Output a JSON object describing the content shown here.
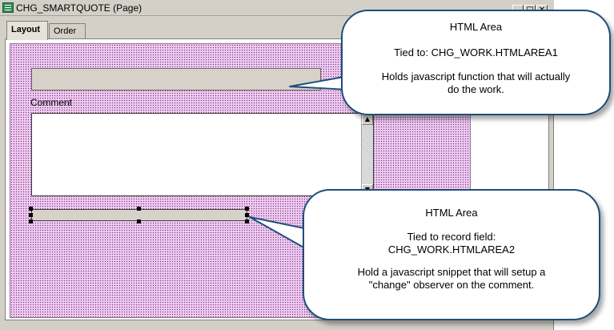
{
  "window": {
    "title": "CHG_SMARTQUOTE (Page)",
    "controls": {
      "minimize": "_",
      "maximize": "□",
      "close": "✕"
    }
  },
  "tabs": [
    {
      "label": "Layout",
      "active": true
    },
    {
      "label": "Order",
      "active": false
    }
  ],
  "page": {
    "comment_label": "Comment"
  },
  "callouts": [
    {
      "title": "HTML Area",
      "tied": "Tied to: CHG_WORK.HTMLAREA1",
      "desc_line1": "Holds javascript function that will actually",
      "desc_line2": "do the work."
    },
    {
      "title": "HTML Area",
      "tied_line1": "Tied to record field:",
      "tied_line2": "CHG_WORK.HTMLAREA2",
      "desc_line1": "Hold a javascript snippet that will setup a",
      "desc_line2": "\"change\" observer on the comment."
    }
  ],
  "colors": {
    "canvas_bg": "#f1c8f4",
    "callout_border": "#1f4e79"
  },
  "icons": {
    "app": "page-definition-icon",
    "scroll_up": "arrow-up-icon",
    "scroll_down": "arrow-down-icon"
  }
}
